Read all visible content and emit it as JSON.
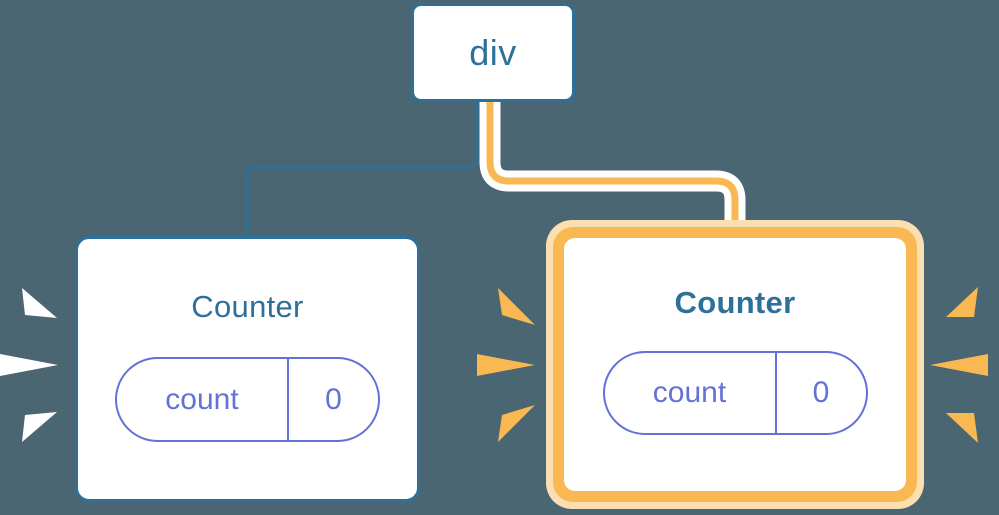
{
  "diagram": {
    "title": "react-component-tree-rerender",
    "background_color": "#4a6672",
    "colors": {
      "blue": "#2d7099",
      "purple": "#6471d6",
      "orange": "#f9b852",
      "orange_light": "#fbdfb0",
      "white": "#ffffff"
    }
  },
  "root": {
    "label": "div"
  },
  "children": [
    {
      "name": "counter-left",
      "title": "Counter",
      "highlighted": false,
      "edge_style": "thin-blue",
      "rays_color": "#ffffff",
      "state": {
        "key": "count",
        "value": "0"
      }
    },
    {
      "name": "counter-right",
      "title": "Counter",
      "highlighted": true,
      "edge_style": "thick-orange-halo",
      "rays_color": "#f9b852",
      "state": {
        "key": "count",
        "value": "0"
      }
    }
  ],
  "edges": [
    {
      "name": "edge-div-to-counter-left",
      "from": "div",
      "to": "counter-left",
      "color": "#2d7099",
      "width": 3
    },
    {
      "name": "edge-div-to-counter-right",
      "from": "div",
      "to": "counter-right",
      "color": "#f9b852",
      "halo_color": "#ffffff",
      "width": 7
    }
  ]
}
